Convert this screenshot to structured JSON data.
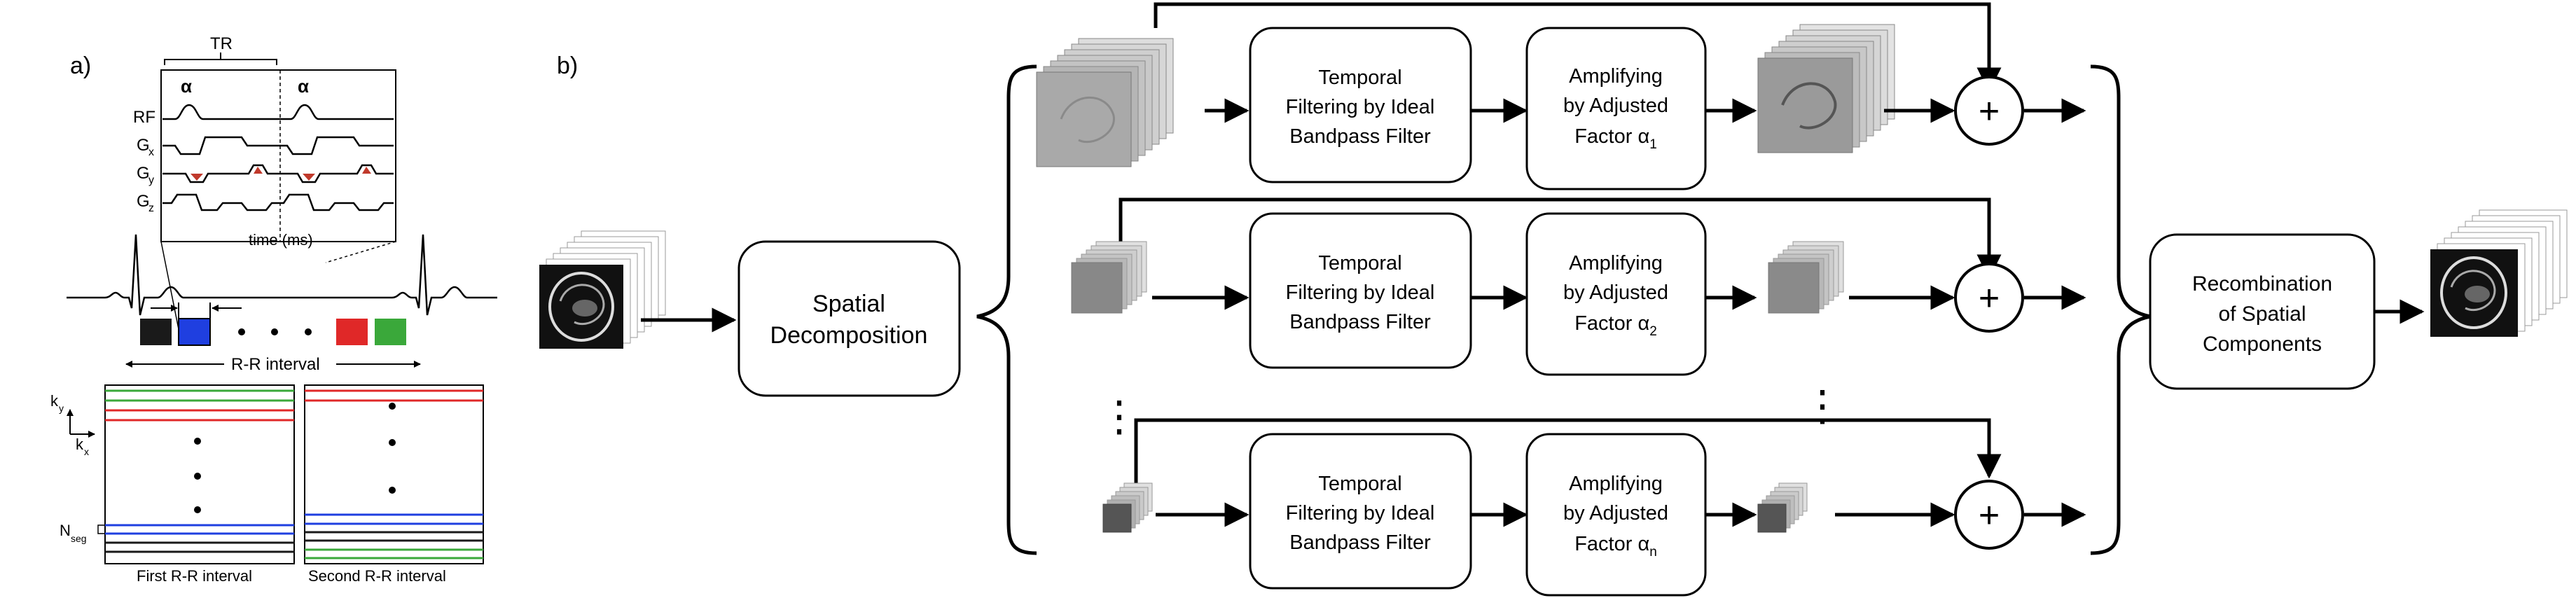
{
  "panel_a": {
    "label": "a)",
    "tr_label": "TR",
    "alpha": "α",
    "rows": [
      "RF",
      "G",
      "G",
      "G"
    ],
    "row_subs": [
      "",
      "x",
      "y",
      "z"
    ],
    "time_label": "time (ms)",
    "rr_label": "R-R interval",
    "ky_label": "k",
    "ky_sub": "y",
    "kx_label": "k",
    "kx_sub": "x",
    "nseg_label": "N",
    "nseg_sub": "seg",
    "first_label": "First R-R interval",
    "second_label": "Second R-R interval",
    "segment_colors": [
      "#1a1a1a",
      "#1f3fe0",
      "#e02828",
      "#3aa83a"
    ]
  },
  "panel_b": {
    "label": "b)",
    "spatial_decomposition": "Spatial Decomposition",
    "temporal_filter": "Temporal Filtering by Ideal Bandpass Filter",
    "amplify_prefix": "Amplifying by Adjusted Factor α",
    "amplify_subs": [
      "1",
      "2",
      "n"
    ],
    "recombination": "Recombination of Spatial Components",
    "plus": "+",
    "vdots": "⋮"
  }
}
